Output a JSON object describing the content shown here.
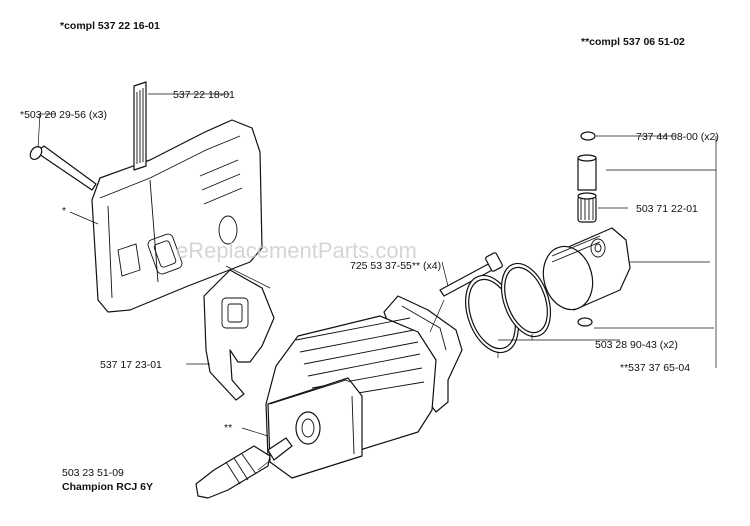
{
  "labels": {
    "compl_top_left": "*compl 537 22 16-01",
    "compl_top_right": "**compl 537 06 51-02",
    "screw_muffler": "*503 20 29-56 (x3)",
    "heat_shield_part": "537 22 18-01",
    "muffler_marker": "*",
    "circlip": "737 44 08-00 (x2)",
    "needle_bearing": "503 71 22-01",
    "cylinder_screw": "725 53 37-55** (x4)",
    "gasket": "537 17 23-01",
    "piston_ring": "503 28 90-43 (x2)",
    "piston_kit": "**537 37 65-04",
    "cylinder_marker": "**",
    "spark_plug_number": "503 23 51-09",
    "spark_plug_name": "Champion RCJ 6Y"
  },
  "watermark": "eReplacementParts.com"
}
